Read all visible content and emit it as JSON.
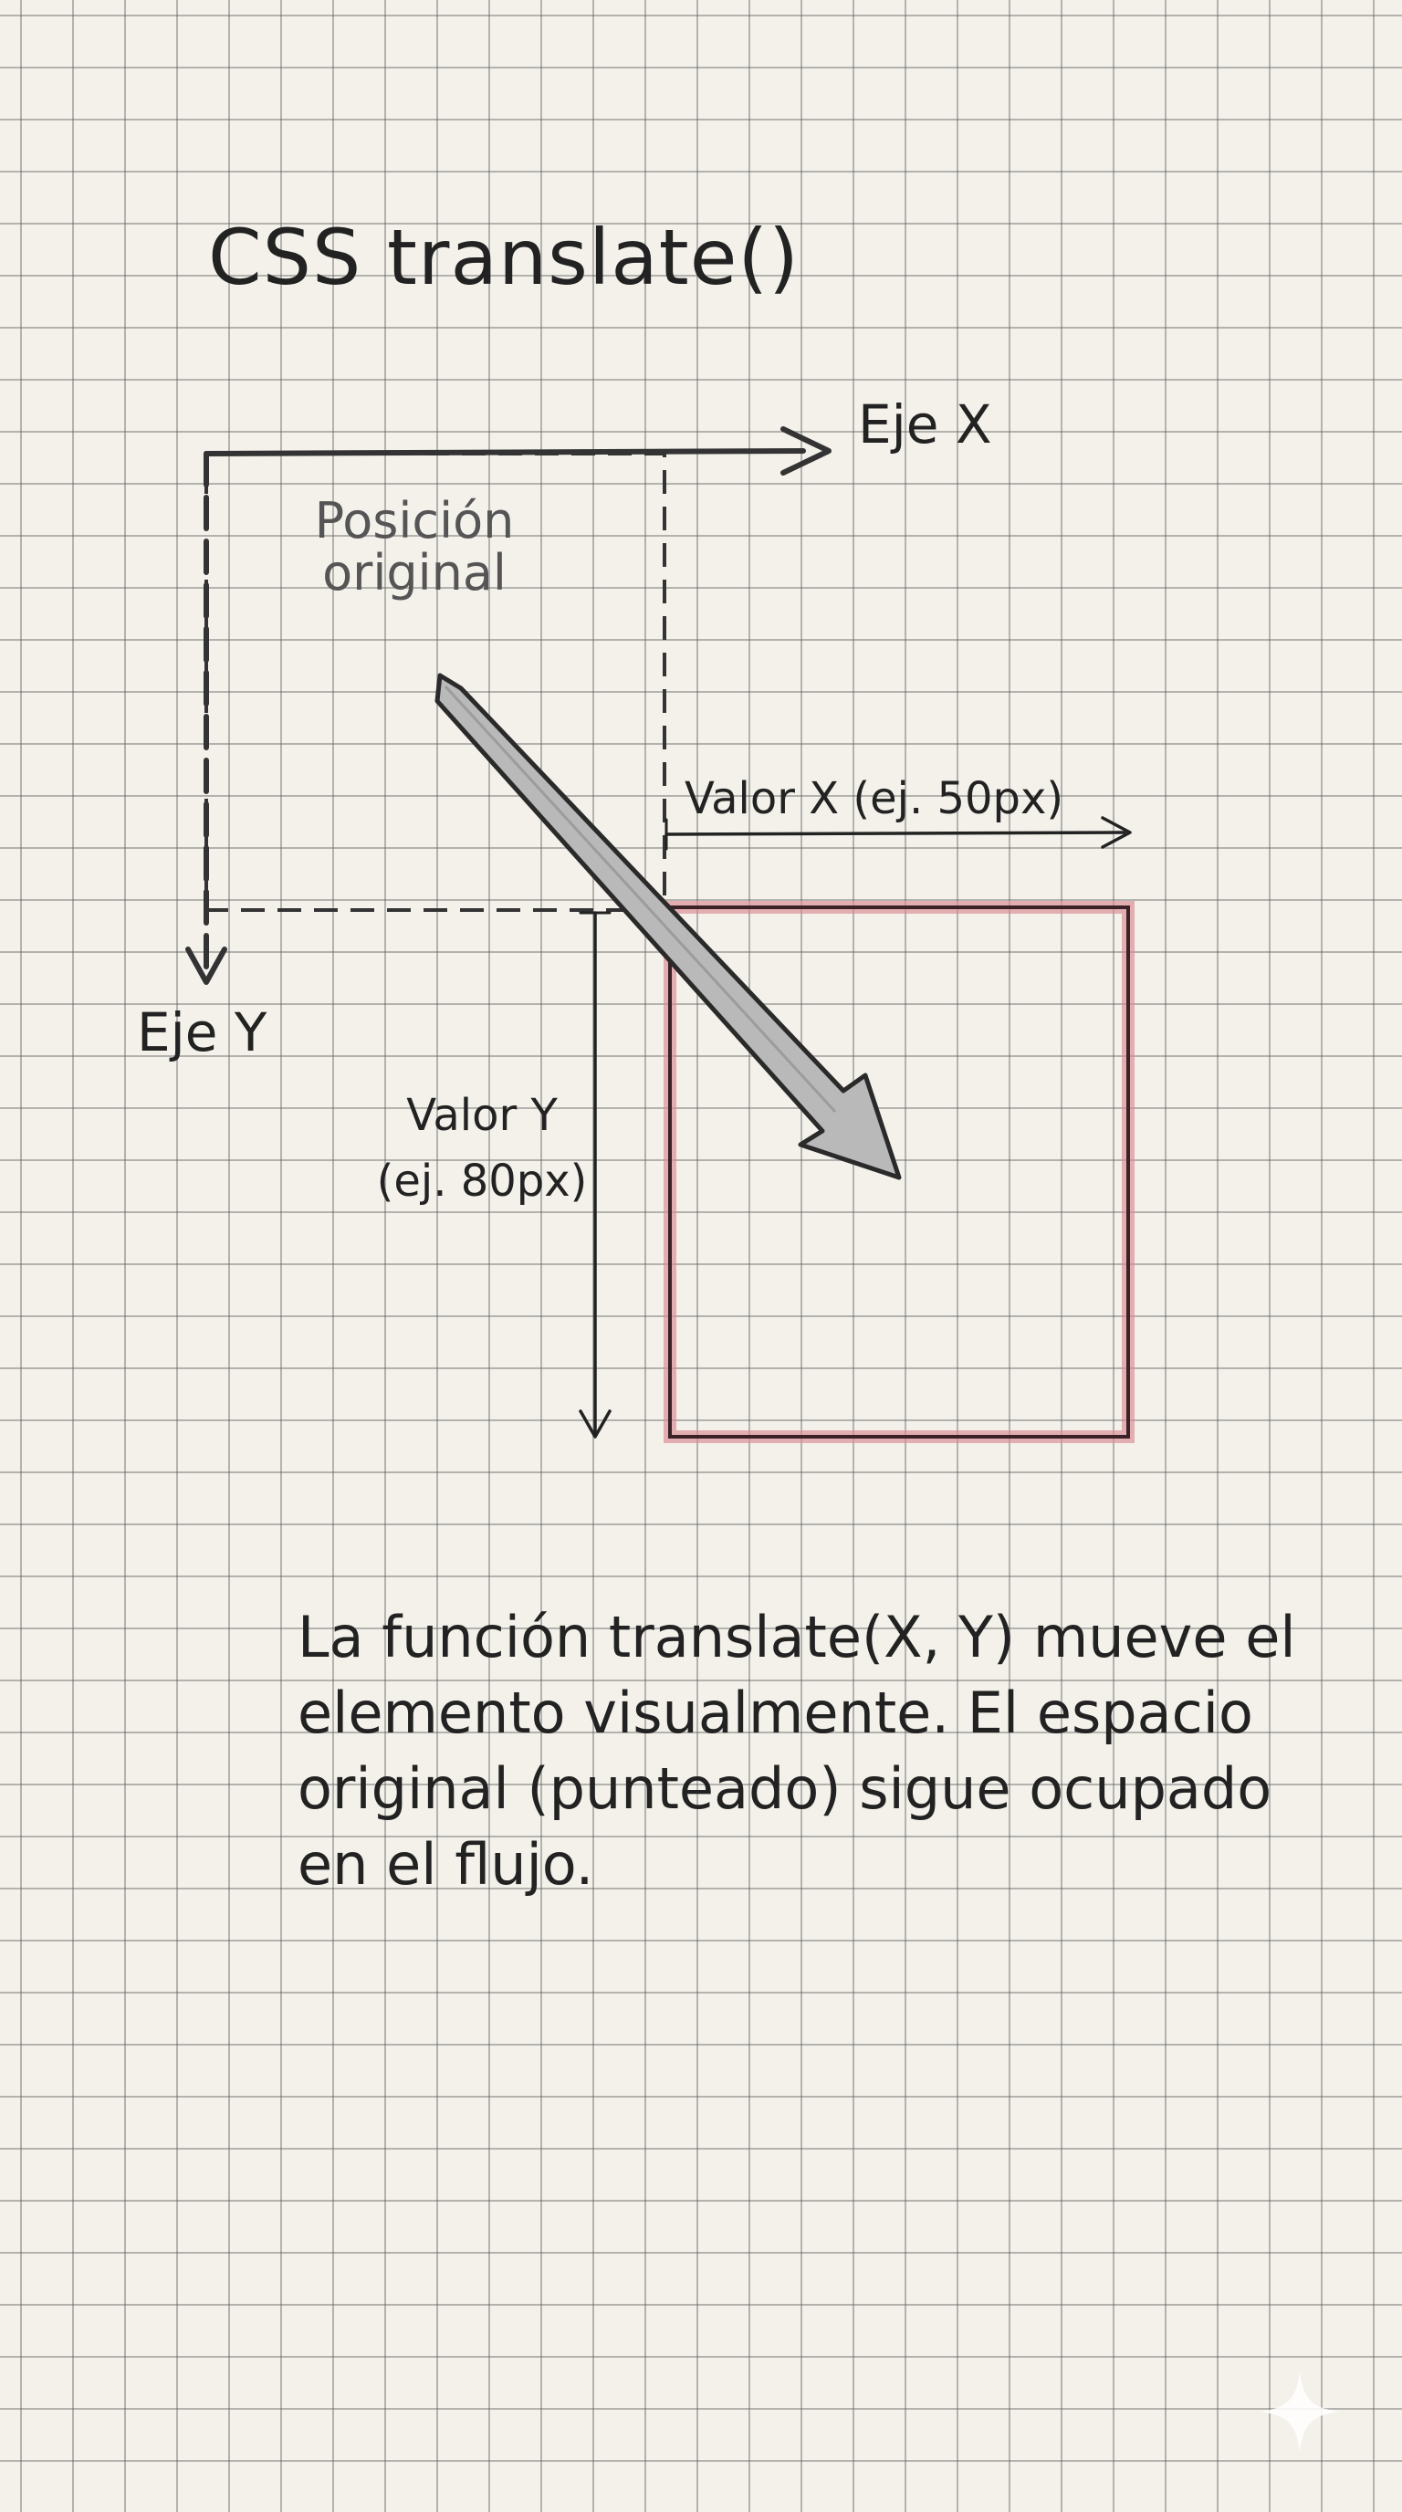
{
  "title": "CSS translate()",
  "axes": {
    "x_label": "Eje X",
    "y_label": "Eje Y"
  },
  "original_position_label": "Posición original",
  "value_x_label": "Valor X (ej. 50px)",
  "value_y_label": "Valor Y (ej. 80px)",
  "caption": "La función translate(X, Y) mueve el elemento visualmente. El espacio original (punteado) sigue ocupado en el flujo.",
  "colors": {
    "paper": "#f3f1ea",
    "grid": "#8a8a8a",
    "ink": "#222222",
    "translated_box": "#c2414f",
    "arrow_fill": "#b9b9b9"
  },
  "icons": {
    "watermark": "sparkle-icon"
  }
}
